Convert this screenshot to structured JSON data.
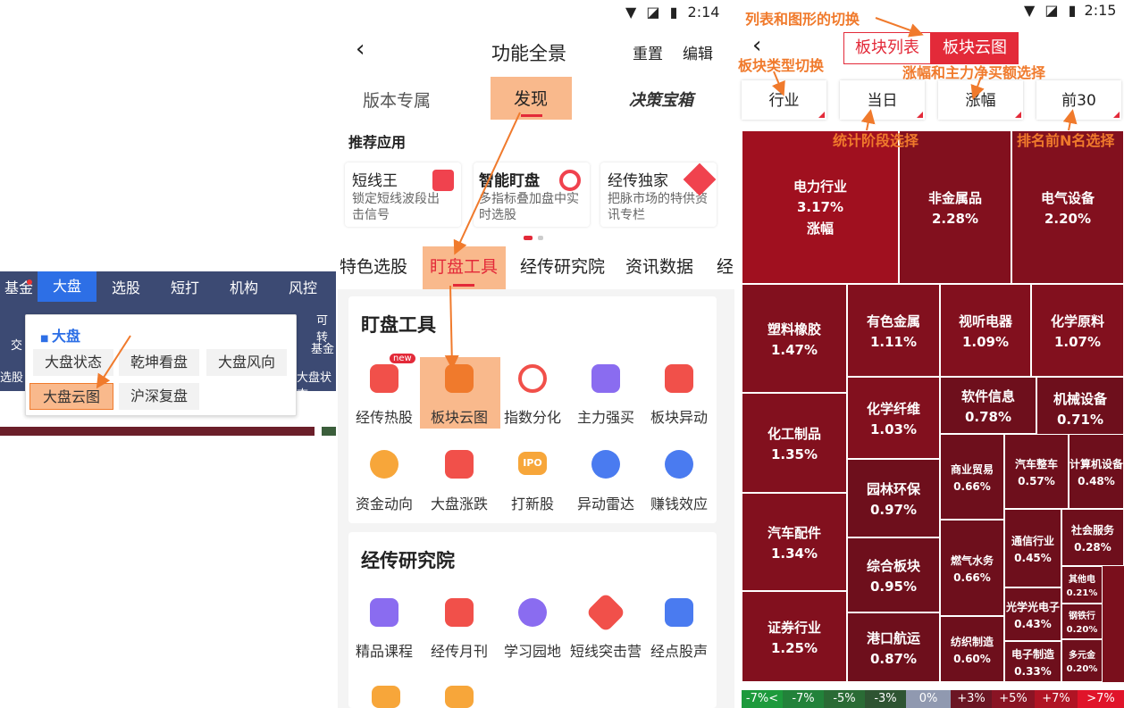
{
  "left": {
    "nav": [
      "基金",
      "大盘",
      "选股",
      "短打",
      "机构",
      "风控"
    ],
    "row2": [
      "交",
      "可转",
      "基金",
      "选股",
      "大盘状态"
    ],
    "popup": {
      "heading": "大盘",
      "items": [
        "大盘状态",
        "乾坤看盘",
        "大盘风向",
        "大盘云图",
        "沪深复盘"
      ]
    }
  },
  "status": {
    "time": "2:14",
    "time2": "2:15"
  },
  "middle": {
    "title": "功能全景",
    "reset": "重置",
    "edit": "编辑",
    "tabs": [
      "版本专属",
      "发现",
      "决策宝箱"
    ],
    "recommend_title": "推荐应用",
    "recommend": [
      {
        "name": "短线王",
        "desc": "锁定短线波段出击信号"
      },
      {
        "name": "智能盯盘",
        "desc": "多指标叠加盘中实时选股"
      },
      {
        "name": "经传独家",
        "desc": "把脉市场的特供资讯专栏"
      }
    ],
    "cat_tabs": [
      "特色选股",
      "盯盘工具",
      "经传研究院",
      "资讯数据",
      "经"
    ],
    "section1_title": "盯盘工具",
    "section1_apps": [
      "经传热股",
      "板块云图",
      "指数分化",
      "主力强买",
      "板块异动",
      "资金动向",
      "大盘涨跌",
      "打新股",
      "异动雷达",
      "赚钱效应"
    ],
    "new_badge": "new",
    "ipo_text": "IPO",
    "section2_title": "经传研究院",
    "section2_apps": [
      "精品课程",
      "经传月刊",
      "学习园地",
      "短线突击营",
      "经点股声"
    ]
  },
  "right": {
    "toggle": [
      "板块列表",
      "板块云图"
    ],
    "filters": [
      "行业",
      "当日",
      "涨幅",
      "前30"
    ],
    "tiles": [
      {
        "name": "电力行业",
        "value": "3.17%",
        "extra": "涨幅"
      },
      {
        "name": "非金属品",
        "value": "2.28%"
      },
      {
        "name": "电气设备",
        "value": "2.20%"
      },
      {
        "name": "塑料橡胶",
        "value": "1.47%"
      },
      {
        "name": "有色金属",
        "value": "1.11%"
      },
      {
        "name": "视听电器",
        "value": "1.09%"
      },
      {
        "name": "化学原料",
        "value": "1.07%"
      },
      {
        "name": "化学纤维",
        "value": "1.03%"
      },
      {
        "name": "软件信息",
        "value": "0.78%"
      },
      {
        "name": "机械设备",
        "value": "0.71%"
      },
      {
        "name": "化工制品",
        "value": "1.35%"
      },
      {
        "name": "商业贸易",
        "value": "0.66%"
      },
      {
        "name": "汽车整车",
        "value": "0.57%"
      },
      {
        "name": "计算机设备",
        "value": "0.48%"
      },
      {
        "name": "园林环保",
        "value": "0.97%"
      },
      {
        "name": "通信行业",
        "value": "0.45%"
      },
      {
        "name": "社会服务",
        "value": "0.28%"
      },
      {
        "name": "汽车配件",
        "value": "1.34%"
      },
      {
        "name": "燃气水务",
        "value": "0.66%"
      },
      {
        "name": "综合板块",
        "value": "0.95%"
      },
      {
        "name": "其他电",
        "value": "0.21%"
      },
      {
        "name": "光学光电子",
        "value": "0.43%"
      },
      {
        "name": "钢铁行",
        "value": "0.20%"
      },
      {
        "name": "证券行业",
        "value": "1.25%"
      },
      {
        "name": "港口航运",
        "value": "0.87%"
      },
      {
        "name": "纺织制造",
        "value": "0.60%"
      },
      {
        "name": "电子制造",
        "value": "0.33%"
      },
      {
        "name": "多元金",
        "value": "0.20%"
      }
    ],
    "legend": [
      "-7%<",
      "-7%",
      "-5%",
      "-3%",
      "0%",
      "+3%",
      "+5%",
      "+7%",
      ">7%"
    ],
    "annotations": [
      "列表和图形的切换",
      "板块类型切换",
      "涨幅和主力净买额选择",
      "统计阶段选择",
      "排名前N名选择"
    ]
  },
  "colors": {
    "accent": "#f07a2c",
    "nav": "#3c4a73",
    "red_dark": "#7a0f1c",
    "red_mid": "#9e1423",
    "tab_red": "#e32a39"
  }
}
